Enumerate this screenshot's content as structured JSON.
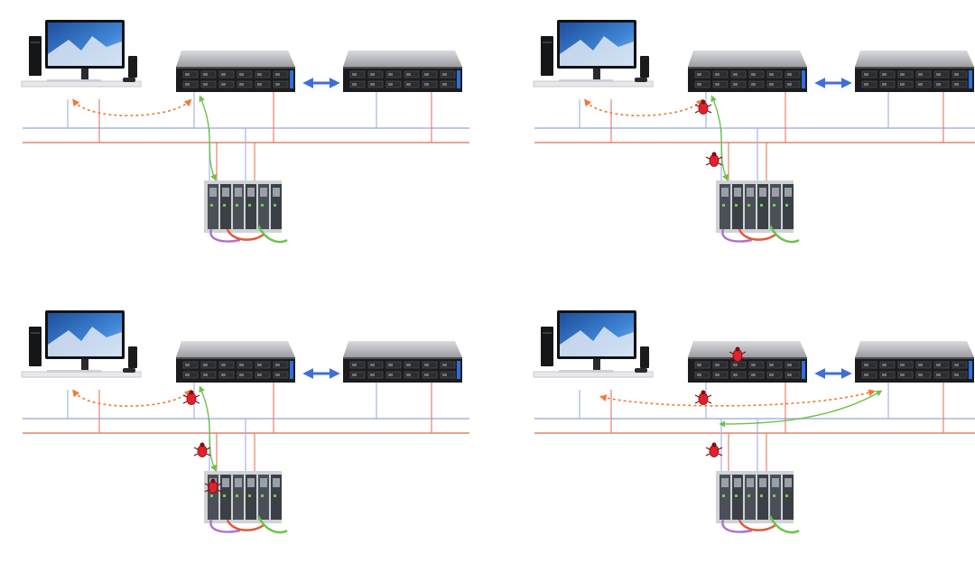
{
  "colors": {
    "blue_line": "#a8b4e4",
    "red_line": "#e6836b",
    "green_flow": "#6cc24a",
    "orange_flow": "#f07a3a",
    "sync_arrow": "#3f6fd6",
    "bug": "#e4212b",
    "server_body": "#1c1c1e",
    "server_top": "#b8b9bd",
    "monitor_screen": "#2c6fc4",
    "plc_body": "#3c4046",
    "plc_module": "#2f6f4a"
  },
  "icons": {
    "workstation": "desktop-computer-icon",
    "server": "rack-server-icon",
    "controller": "plc-controller-icon",
    "sync": "double-arrow-icon",
    "malware": "bug-icon"
  },
  "panels": [
    {
      "id": "normal-operation",
      "primary_bugs": 0,
      "cable_bugs": 0,
      "plc_bugs": 0,
      "reroute_to_backup": false
    },
    {
      "id": "network-infection",
      "primary_bugs": 0,
      "cable_bugs": 2,
      "plc_bugs": 0,
      "reroute_to_backup": false
    },
    {
      "id": "controller-infection",
      "primary_bugs": 0,
      "cable_bugs": 2,
      "plc_bugs": 1,
      "reroute_to_backup": false
    },
    {
      "id": "failover-to-backup",
      "primary_bugs": 1,
      "cable_bugs": 2,
      "plc_bugs": 0,
      "reroute_to_backup": true
    }
  ]
}
